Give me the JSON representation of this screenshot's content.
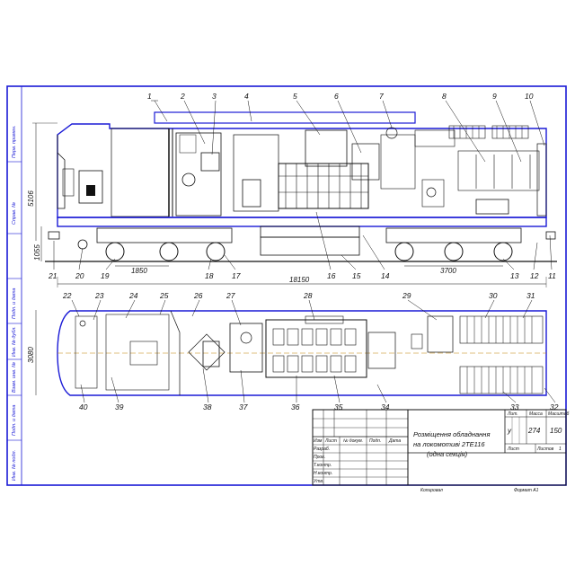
{
  "drawing": {
    "title_lines": [
      "Розміщення обладнання",
      "на локомотиві 2ТЕ116",
      "(одна секція)"
    ],
    "callouts_top": [
      "1",
      "2",
      "3",
      "4",
      "5",
      "6",
      "7",
      "8",
      "9",
      "10"
    ],
    "callouts_mid": [
      "21",
      "20",
      "19",
      "18",
      "17",
      "16",
      "15",
      "14",
      "13",
      "12",
      "11"
    ],
    "callouts_plan_top": [
      "22",
      "23",
      "24",
      "25",
      "26",
      "27",
      "28",
      "29",
      "30",
      "31"
    ],
    "callouts_plan_bottom": [
      "40",
      "39",
      "38",
      "37",
      "36",
      "35",
      "34",
      "33",
      "32"
    ],
    "dimensions": {
      "height_total": "5106",
      "height_frame": "1055",
      "bogie_base_left": "1850",
      "bogie_base_right": "3700",
      "length_total": "18150",
      "width_total": "3080"
    },
    "side_labels": [
      "Перв. примен.",
      "Справ. №",
      "Подп. и дата",
      "Инв. № дубл.",
      "Взам. инв. №",
      "Подп. и дата",
      "Инв. № подл."
    ],
    "title_block": {
      "col_headers": [
        "Изм",
        "Лист",
        "№ докум.",
        "Подп.",
        "Дата"
      ],
      "row_labels": [
        "Разраб.",
        "Пров.",
        "Т.контр.",
        "",
        "Н.контр.",
        "Утв."
      ],
      "lit_header": "Лит.",
      "mass_header": "Масса",
      "scale_header": "Масштаб",
      "lit_value": "у",
      "mass_value": "274",
      "scale_value": "150",
      "sheet_label": "Лист",
      "sheets_label": "Листов",
      "sheets_value": "1",
      "footer_left": "Копировал",
      "footer_right": "Формат  А1"
    }
  },
  "colors": {
    "outline": "#1a1ad6",
    "ink": "#111111"
  }
}
